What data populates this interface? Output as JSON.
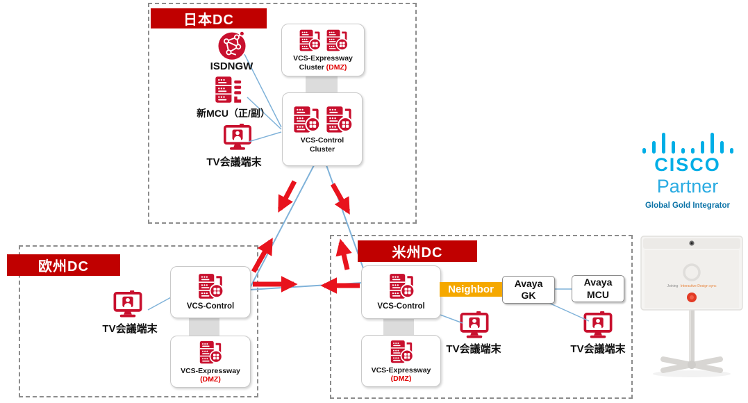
{
  "japan": {
    "label": "日本DC",
    "isdngw_label": "ISDNGW",
    "mcu_label": "新MCU（正/副）",
    "tv_label": "TV会議端末",
    "expressway_line1": "VCS-Expressway",
    "expressway_line2": "Cluster",
    "expressway_dmz": "(DMZ)",
    "control_line1": "VCS-Control",
    "control_line2": "Cluster"
  },
  "europe": {
    "label": "欧州DC",
    "tv_label": "TV会議端末",
    "control_title": "VCS-Control",
    "expressway_title": "VCS-Expressway",
    "expressway_dmz": "(DMZ)"
  },
  "americas": {
    "label": "米州DC",
    "control_title": "VCS-Control",
    "expressway_title": "VCS-Expressway",
    "expressway_dmz": "(DMZ)",
    "neighbor": "Neighbor",
    "avaya_gk": {
      "line1": "Avaya",
      "line2": "GK"
    },
    "avaya_mcu": {
      "line1": "Avaya",
      "line2": "MCU"
    },
    "tv_label_left": "TV会議端末",
    "tv_label_right": "TV会議端末"
  },
  "branding": {
    "wordmark": "CISCO",
    "partner": "Partner",
    "tier": "Global Gold Integrator"
  },
  "board": {
    "joining_prefix": "Joining",
    "joining_rest": "Interactive Design sync"
  },
  "colors": {
    "dc_label_bg": "#C00000",
    "icon_red": "#C8102E",
    "arrow_red": "#E8131D",
    "line_blue": "#7FB2D9",
    "neighbor_bg": "#F5A800",
    "dmz_text": "#E00000",
    "cisco_blue": "#00AEE6",
    "tier_blue": "#0D74A8"
  }
}
